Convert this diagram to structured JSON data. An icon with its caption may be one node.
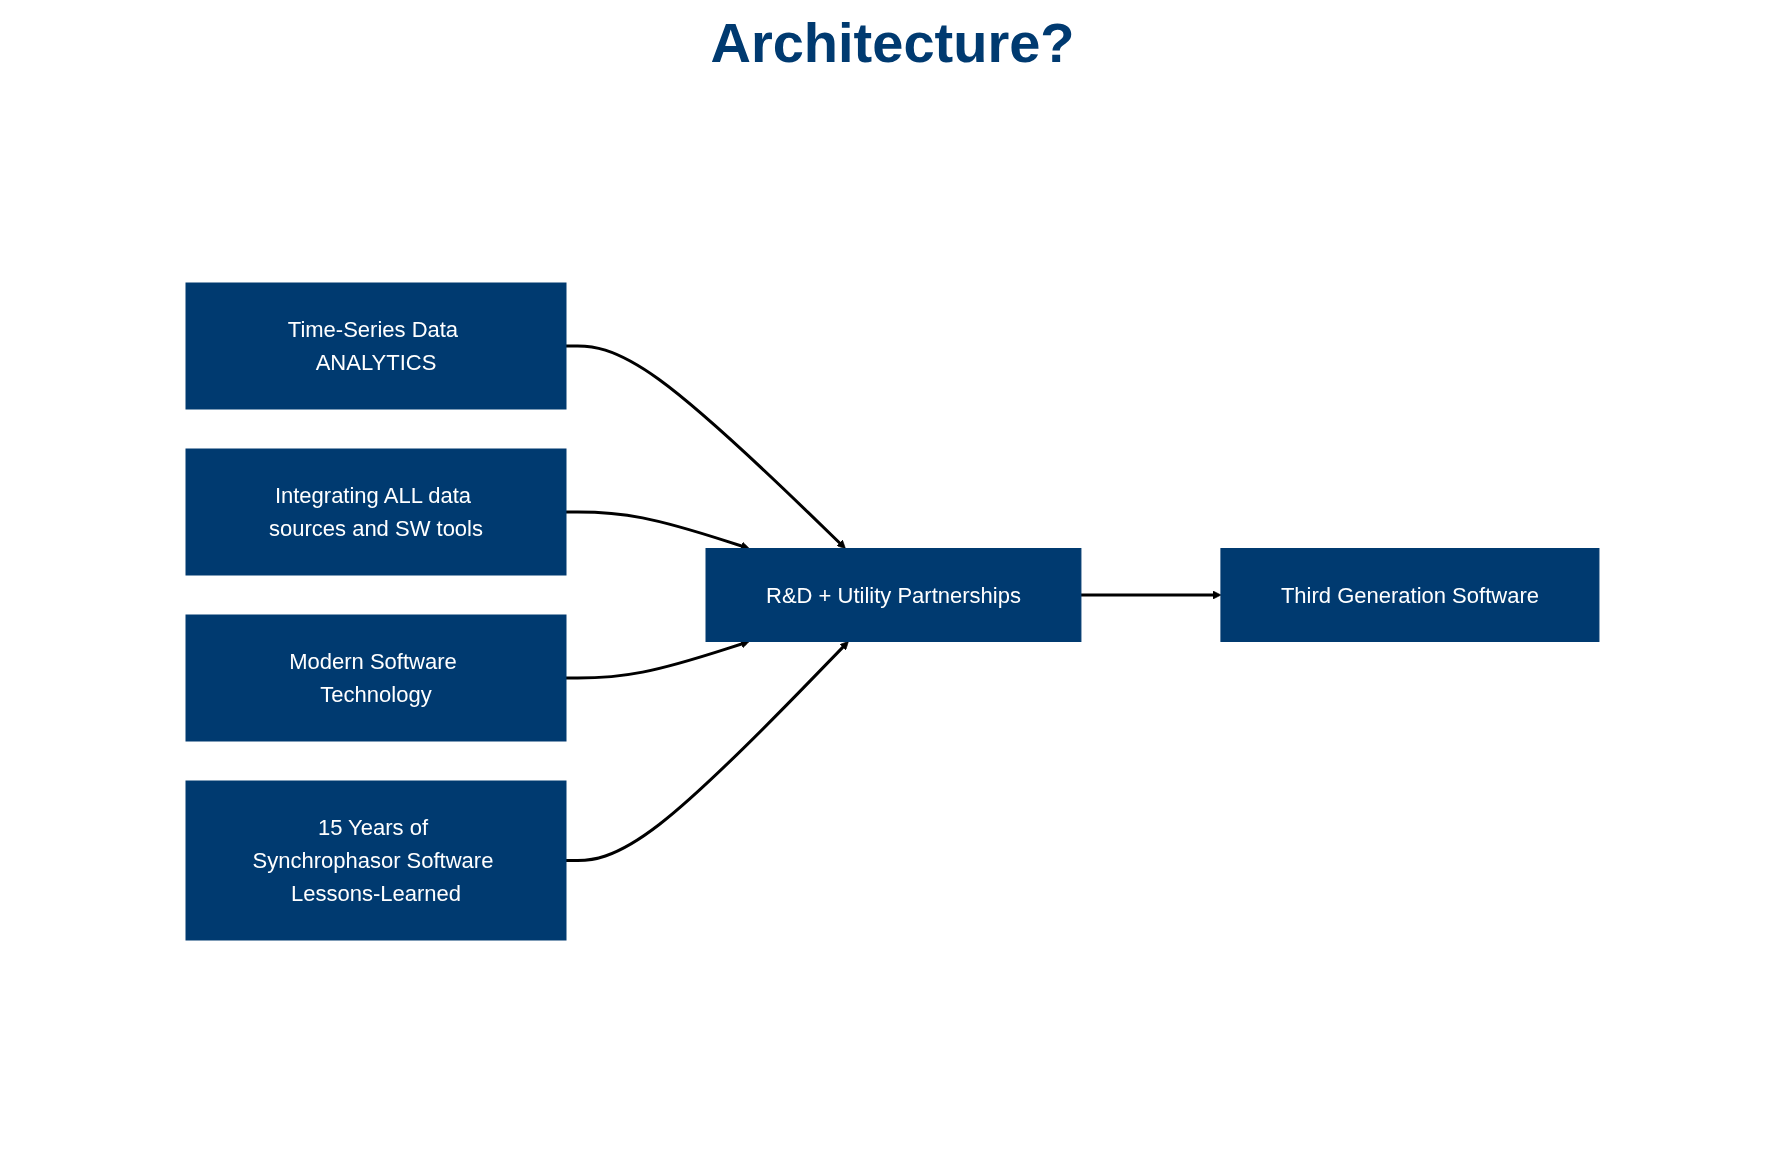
{
  "diagram": {
    "title": "Architecture?",
    "nodes": [
      {
        "text": [
          "Time-Series Data ANALYTICS"
        ]
      },
      {
        "text": [
          "Integrating ALL data sources and SW tools"
        ]
      },
      {
        "text": [
          "Modern Software Technology"
        ]
      },
      {
        "text": [
          "15 Years of Synchrophasor Software Lessons-Learned"
        ]
      },
      {
        "text": [
          "R&D + Utility Partnerships"
        ]
      },
      {
        "text": [
          "Third Generation Software"
        ]
      }
    ],
    "edges": [
      {
        "from": 0,
        "to": 4,
        "arrow": "to"
      },
      {
        "from": 1,
        "to": 4,
        "arrow": "to"
      },
      {
        "from": 2,
        "to": 4,
        "arrow": "to"
      },
      {
        "from": 3,
        "to": 4,
        "arrow": "to"
      },
      {
        "from": 4,
        "to": 5,
        "arrow": "to"
      }
    ]
  }
}
